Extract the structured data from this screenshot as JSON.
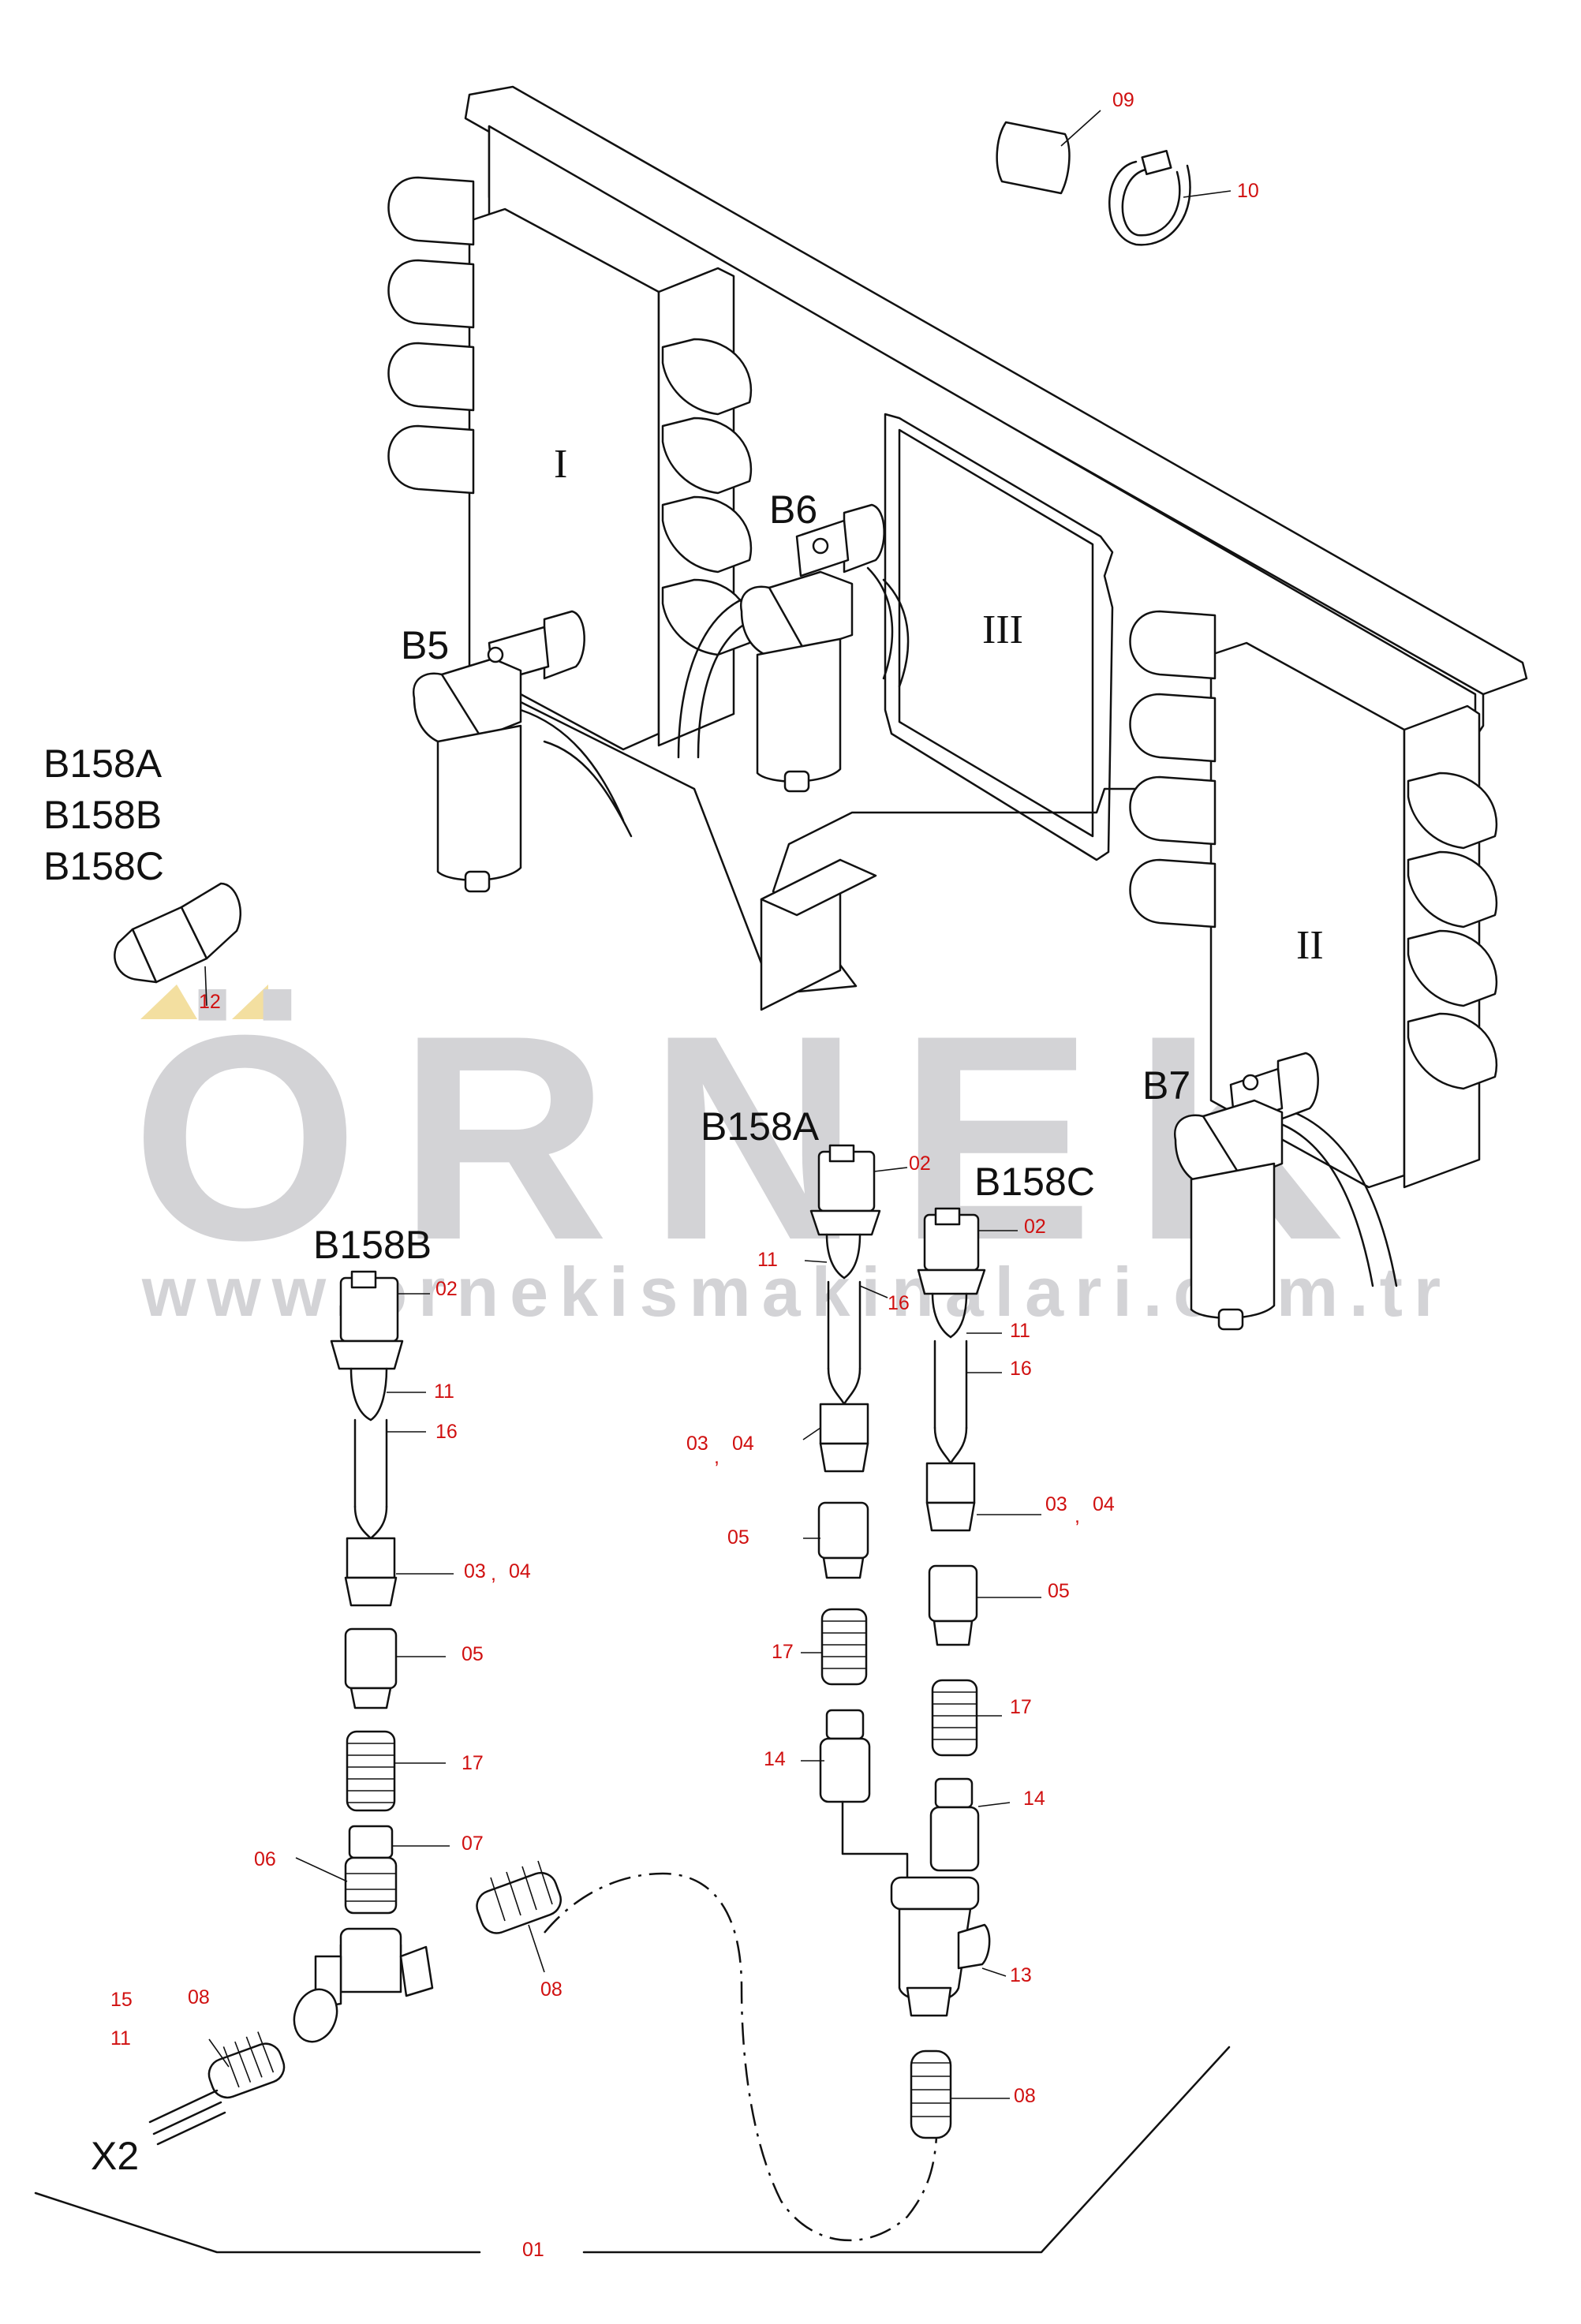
{
  "component_labels": {
    "left_sensor_stack": [
      "B158A",
      "B158B",
      "B158C"
    ],
    "valve_b5": "B5",
    "valve_b6": "B6",
    "valve_b7": "B7",
    "harness_b158a": "B158A",
    "harness_b158b": "B158B",
    "harness_b158c": "B158C",
    "connector_x2": "X2"
  },
  "block_labels": {
    "block_1": "I",
    "block_2": "II",
    "block_3": "III"
  },
  "part_refs": {
    "tape": "09",
    "cable_tie": "10",
    "sensor": "12",
    "b158b_connector": "02",
    "b158b_seal": "11",
    "b158b_wire": "16",
    "b158b_nut": "03",
    "b158b_nut_alt": "04",
    "b158b_sleeve": "05",
    "b158b_spring": "17",
    "b158b_adapter": "07",
    "tee": "06",
    "branch_spring": "08",
    "x2_wire_a": "15",
    "x2_wire_b": "11",
    "x2_spring": "08",
    "b158a_connector": "02",
    "b158a_seal": "11",
    "b158a_wire": "16",
    "b158a_nut": "03",
    "b158a_nut_alt": "04",
    "b158a_sleeve": "05",
    "b158a_spring": "17",
    "b158a_adapter": "14",
    "b158c_connector": "02",
    "b158c_seal": "11",
    "b158c_wire": "16",
    "b158c_nut": "03",
    "b158c_nut_alt": "04",
    "b158c_sleeve": "05",
    "b158c_spring": "17",
    "b158c_adapter": "14",
    "tee_right": "13",
    "right_spring": "08",
    "harness": "01"
  },
  "watermark": {
    "brand": "ÖRNEK",
    "url": "www.ornekismakinalari.com.tr"
  },
  "colors": {
    "line": "#111111",
    "ref_red": "#d01010",
    "watermark_gray": "#d3d3d6",
    "watermark_gold": "#f3dfa0"
  }
}
